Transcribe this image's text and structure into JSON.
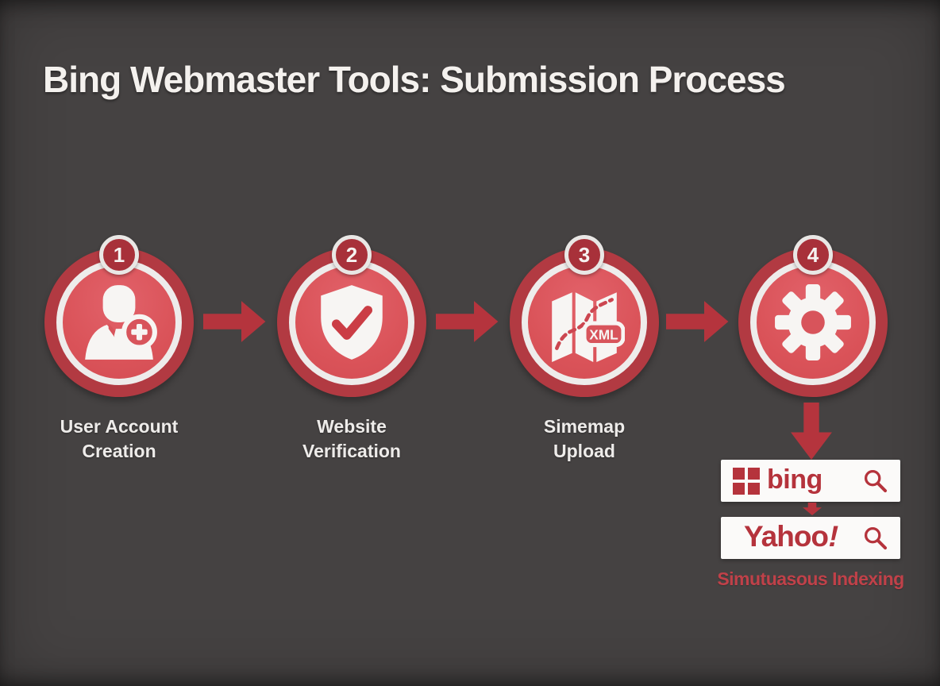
{
  "title": "Bing Webmaster Tools: Submission Process",
  "colors": {
    "background": "#454242",
    "title_text": "#f4f1ee",
    "circle_outer_ring": "#b23a42",
    "circle_white_ring": "#eeeceb",
    "circle_fill": "#da5359",
    "badge_fill": "#a8313a",
    "arrow_red": "#b5343d",
    "step_label_text": "#eeecea",
    "brand_red": "#b5333c",
    "search_bar_white": "#fbfaf9",
    "caption_red": "#c04149"
  },
  "steps": [
    {
      "number": "1",
      "icon": "user-add-icon",
      "label": [
        "User Account",
        "Creation"
      ]
    },
    {
      "number": "2",
      "icon": "shield-check-icon",
      "label": [
        "Website",
        "Verification"
      ]
    },
    {
      "number": "3",
      "icon": "sitemap-xml-icon",
      "label": [
        "Simemap",
        "Upload"
      ],
      "xml_badge": "XML"
    },
    {
      "number": "4",
      "icon": "gear-icon",
      "label": [
        "",
        ""
      ]
    }
  ],
  "flow": {
    "engines": [
      {
        "name": "bing",
        "logo_text": "bing",
        "logo_icon": "bing-grid-logo",
        "search_icon": "magnifier-icon"
      },
      {
        "name": "yahoo",
        "logo_word": "Yahoo",
        "logo_excl": "!",
        "search_icon": "magnifier-icon"
      }
    ],
    "caption": "Simutuasous Indexing"
  }
}
